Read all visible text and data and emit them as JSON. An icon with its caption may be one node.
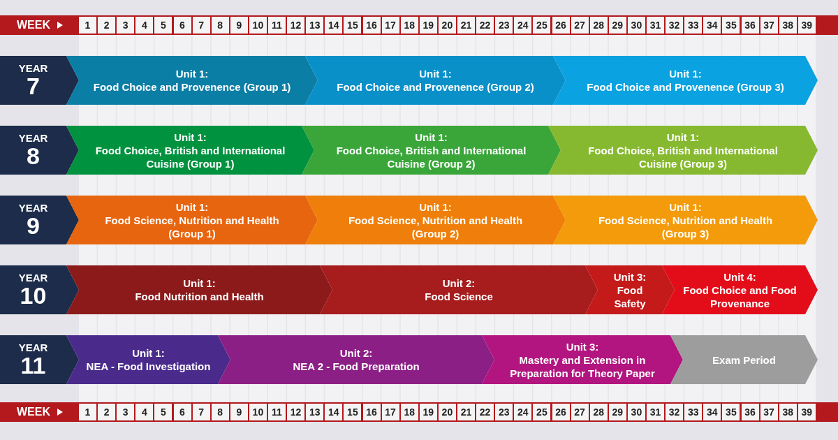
{
  "diagram": {
    "nodes": [
      {
        "text": [
          "YEAR",
          "7"
        ]
      },
      {
        "text": [
          "Unit 1:",
          "Food Choice and Provenence (Group 1)"
        ]
      },
      {
        "text": [
          "Unit 1:",
          "Food Choice and Provenence (Group 2)"
        ]
      },
      {
        "text": [
          "Unit 1:",
          "Food Choice and Provenence (Group 3)"
        ]
      },
      {
        "text": [
          "YEAR",
          "8"
        ]
      },
      {
        "text": [
          "Unit 1:",
          "Food Choice, British and International Cuisine (Group 1)"
        ]
      },
      {
        "text": [
          "Unit 1:",
          "Food Choice, British and International Cuisine (Group 2)"
        ]
      },
      {
        "text": [
          "Unit 1:",
          "Food Choice, British and International Cuisine (Group 3)"
        ]
      },
      {
        "text": [
          "YEAR",
          "9"
        ]
      },
      {
        "text": [
          "Unit 1:",
          "Food Science, Nutrition and Health (Group 1)"
        ]
      },
      {
        "text": [
          "Unit 1:",
          "Food Science, Nutrition and Health (Group 2)"
        ]
      },
      {
        "text": [
          "Unit 1:",
          "Food Science, Nutrition and Health (Group 3)"
        ]
      },
      {
        "text": [
          "YEAR",
          "10"
        ]
      },
      {
        "text": [
          "Unit 1:",
          "Food Nutrition and Health"
        ]
      },
      {
        "text": [
          "Unit 2:",
          "Food Science"
        ]
      },
      {
        "text": [
          "Unit 3:",
          "Food Safety"
        ]
      },
      {
        "text": [
          "Unit 4:",
          "Food Choice and Food Provenance"
        ]
      },
      {
        "text": [
          "YEAR",
          "11"
        ]
      },
      {
        "text": [
          "Unit 1:",
          "NEA - Food Investigation"
        ]
      },
      {
        "text": [
          "Unit 2:",
          "NEA 2 - Food Preparation"
        ]
      },
      {
        "text": [
          "Unit 3:",
          "Mastery and Extension in Preparation for Theory Paper"
        ]
      },
      {
        "text": [
          "Exam Period"
        ]
      }
    ],
    "labels": [
      "WEEK",
      "1",
      "2",
      "3",
      "4",
      "5",
      "6",
      "7",
      "8",
      "9",
      "10",
      "11",
      "12",
      "13",
      "14",
      "15",
      "16",
      "17",
      "18",
      "19",
      "20",
      "21",
      "22",
      "23",
      "24",
      "25",
      "26",
      "27",
      "28",
      "29",
      "30",
      "31",
      "32",
      "33",
      "34",
      "35",
      "36",
      "37",
      "38",
      "39",
      "WEEK",
      "1",
      "2",
      "3",
      "4",
      "5",
      "6",
      "7",
      "8",
      "9",
      "10",
      "11",
      "12",
      "13",
      "14",
      "15",
      "16",
      "17",
      "18",
      "19",
      "20",
      "21",
      "22",
      "23",
      "24",
      "25",
      "26",
      "27",
      "28",
      "29",
      "30",
      "31",
      "32",
      "33",
      "34",
      "35",
      "36",
      "37",
      "38",
      "39"
    ]
  }
}
